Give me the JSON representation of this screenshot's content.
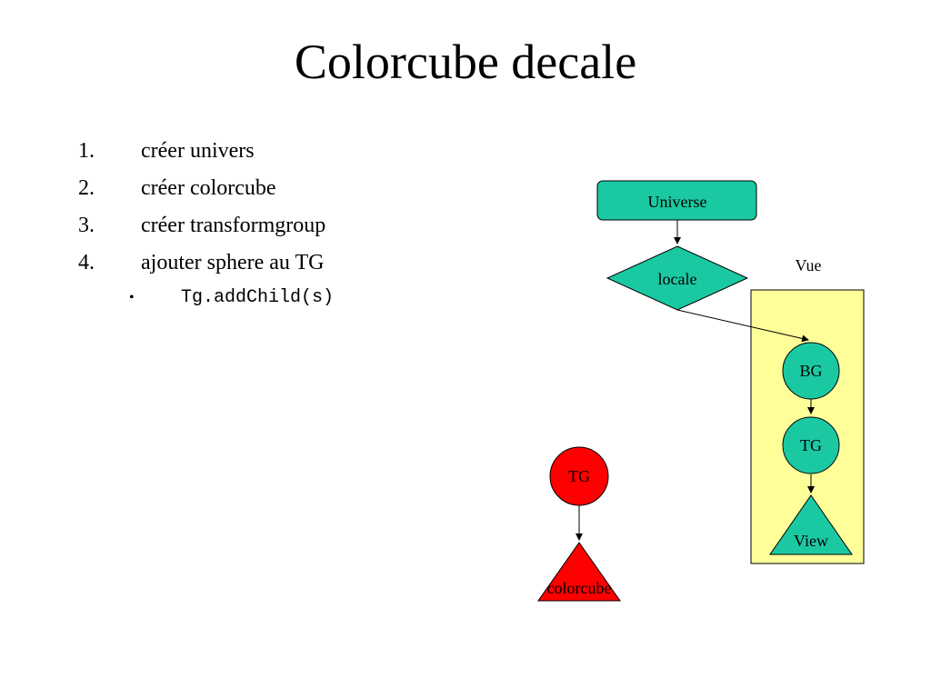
{
  "slide": {
    "title": "Colorcube decale"
  },
  "steps": [
    {
      "number": "1.",
      "text": "créer univers"
    },
    {
      "number": "2.",
      "text": "créer colorcube"
    },
    {
      "number": "3.",
      "text": "créer transformgroup"
    },
    {
      "number": "4.",
      "text": "ajouter sphere au TG"
    }
  ],
  "substep": {
    "bullet": "•",
    "code": "Tg.addChild(s)"
  },
  "diagram": {
    "colors": {
      "node_green": "#1ac9a2",
      "node_red": "#ff0000",
      "view_panel": "#ffff99",
      "stroke": "#000000"
    },
    "nodes": {
      "universe": {
        "label": "Universe",
        "shape": "rounded-rectangle"
      },
      "locale": {
        "label": "locale",
        "shape": "diamond"
      },
      "bg": {
        "label": "BG",
        "shape": "circle"
      },
      "tg_view": {
        "label": "TG",
        "shape": "circle"
      },
      "view": {
        "label": "View",
        "shape": "triangle"
      },
      "tg_red": {
        "label": "TG",
        "shape": "circle"
      },
      "colorcube": {
        "label": "colorcube",
        "shape": "triangle"
      }
    },
    "panel_label": "Vue",
    "edges": [
      [
        "universe",
        "locale"
      ],
      [
        "locale",
        "bg"
      ],
      [
        "bg",
        "tg_view"
      ],
      [
        "tg_view",
        "view"
      ],
      [
        "tg_red",
        "colorcube"
      ]
    ]
  }
}
